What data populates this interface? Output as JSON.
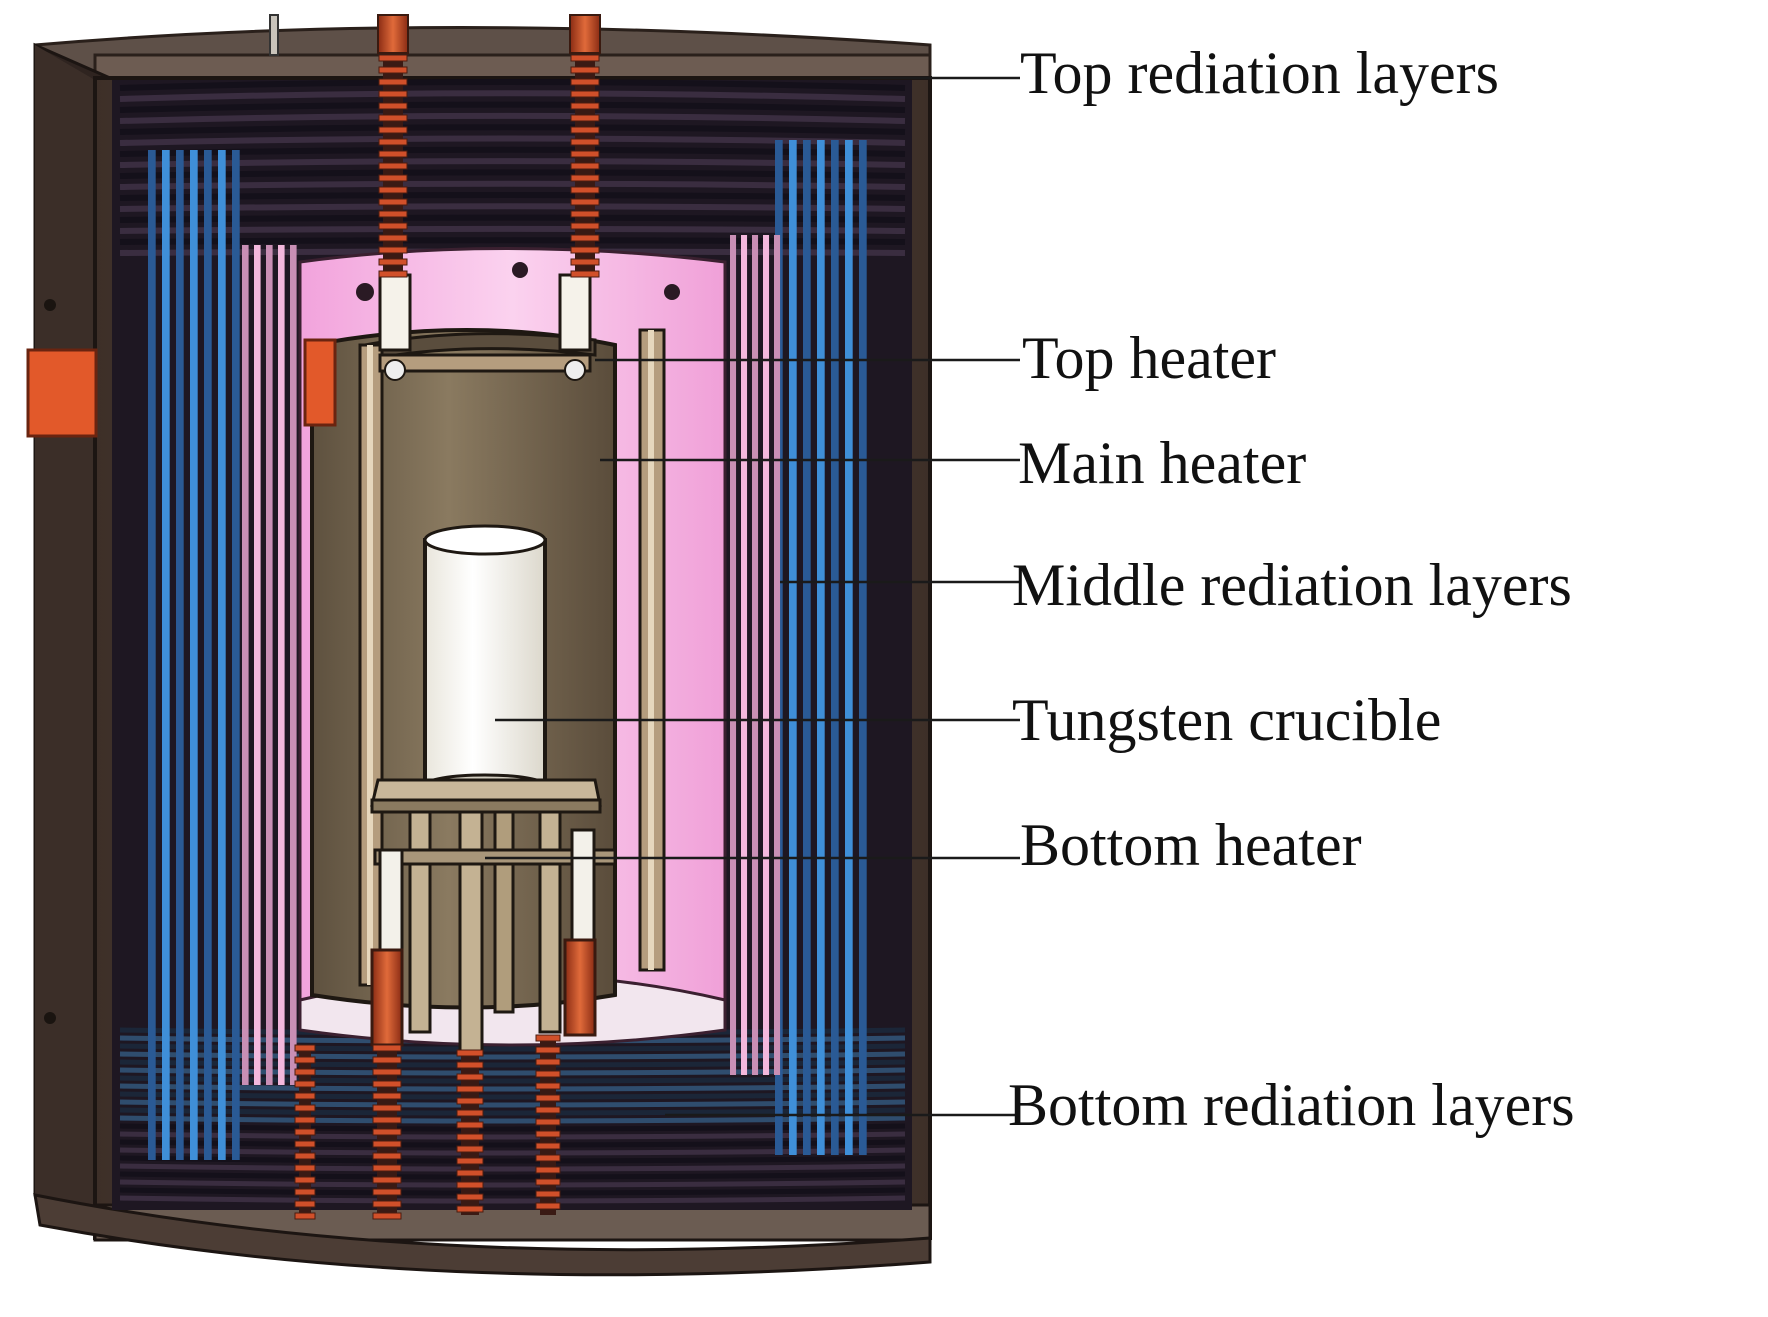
{
  "labels": {
    "top_radiation": "Top rediation layers",
    "top_heater": "Top heater",
    "main_heater": "Main heater",
    "middle_radiation": "Middle rediation layers",
    "crucible": "Tungsten crucible",
    "bottom_heater": "Bottom heater",
    "bottom_radiation": "Bottom rediation layers"
  },
  "colors": {
    "outer_shell": "#6b5a4e",
    "outer_shell_dark": "#3e302a",
    "radiation_dark": "#231a2e",
    "blue_layers": "#3f8fd8",
    "pink_layers": "#f3b8dd",
    "chamber_glow": "#f6b3e3",
    "heater_body": "#7a6a52",
    "crucible": "#f7f5ef",
    "copper": "#d1502a"
  }
}
